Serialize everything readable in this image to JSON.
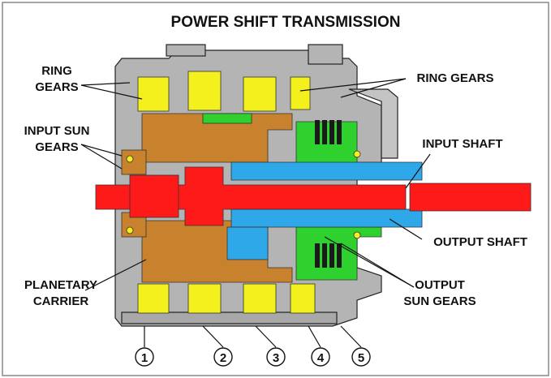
{
  "title": "POWER SHIFT TRANSMISSION",
  "labels": {
    "ring_gears_left_line1": "RING",
    "ring_gears_left_line2": "GEARS",
    "input_sun_gears_line1": "INPUT SUN",
    "input_sun_gears_line2": "GEARS",
    "planetary_carrier_line1": "PLANETARY",
    "planetary_carrier_line2": "CARRIER",
    "ring_gears_right": "RING GEARS",
    "input_shaft": "INPUT SHAFT",
    "output_shaft": "OUTPUT SHAFT",
    "output_sun_gears_line1": "OUTPUT",
    "output_sun_gears_line2": "SUN GEARS"
  },
  "clutch_numbers": [
    "1",
    "2",
    "3",
    "4",
    "5"
  ],
  "colors": {
    "input_shaft": "#ff1a1a",
    "ring_gear": "#f3f01e",
    "sun_gear_carrier": "#c8822e",
    "output_shaft": "#2ea8e8",
    "output_sun_gear": "#2ed12e",
    "housing": "#b4b4b4",
    "clutch_pack": "#1a1a1a",
    "border": "#888888"
  }
}
